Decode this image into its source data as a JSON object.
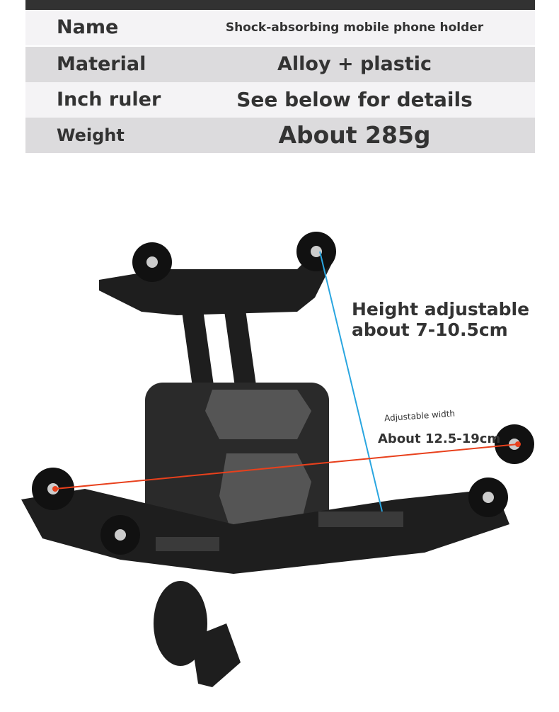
{
  "specs": [
    {
      "label": "Name",
      "value": "Shock-absorbing mobile phone holder"
    },
    {
      "label": "Material",
      "value": "Alloy + plastic"
    },
    {
      "label": "Inch ruler",
      "value": "See below for details"
    },
    {
      "label": "Weight",
      "value": "About 285g"
    }
  ],
  "annotations": {
    "height_title": "Height adjustable",
    "height_value": "about 7-10.5cm",
    "width_title": "Adjustable width",
    "width_value": "About 12.5-19cm"
  },
  "colors": {
    "height_line": "#2aa6e0",
    "width_line": "#e8401c"
  }
}
